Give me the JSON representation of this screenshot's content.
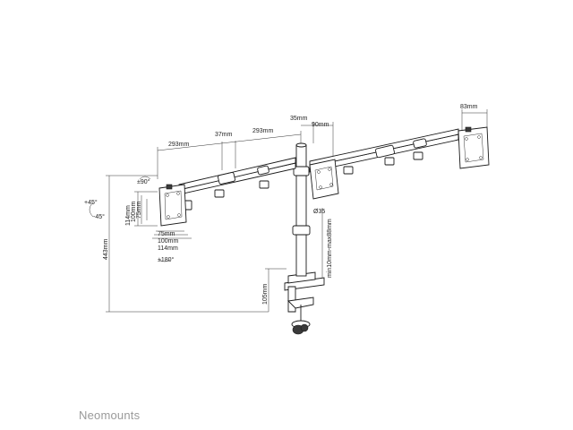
{
  "brand": "Neomounts",
  "dimensions": {
    "arm_left_outer": "293mm",
    "arm_left_inner": "293mm",
    "gap": "37mm",
    "pole_to_center": "35mm",
    "center_offset": "90mm",
    "right_plate": "83mm",
    "rotate": "±90°",
    "tilt_up": "+45°",
    "tilt_down": "-45°",
    "vesa_v1": "114mm",
    "vesa_v2": "100mm",
    "vesa_v3": "75mm",
    "vesa_h1": "75mm",
    "vesa_h2": "100mm",
    "vesa_h3": "114mm",
    "swivel": "±180°",
    "pole_diameter": "Ø35",
    "total_height": "443mm",
    "desk_thickness": "min10mm-max88mm",
    "clamp_height": "105mm"
  },
  "colors": {
    "line": "#1a1a1a",
    "brand": "#9a9a9a"
  }
}
